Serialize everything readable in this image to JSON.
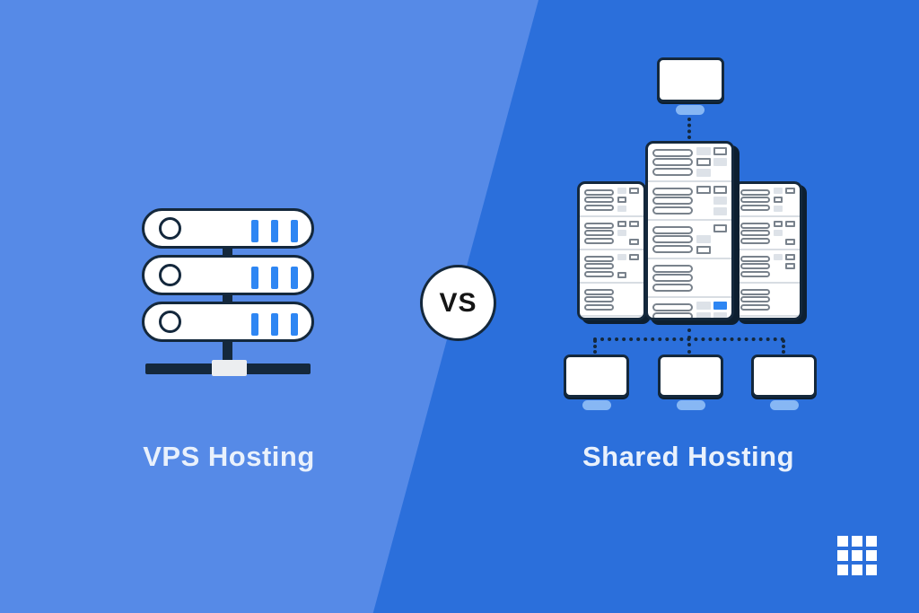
{
  "scene": {
    "left_panel_label": "VPS Hosting",
    "right_panel_label": "Shared Hosting",
    "vs_badge": "VS"
  },
  "colors": {
    "left_background": "#568ae7",
    "right_background": "#2b6fdb",
    "outline_dark": "#14283c",
    "accent_blue": "#2e86f3",
    "light_blue_stand": "#87b7f4",
    "chip_gray": "#dde2e8",
    "label_text": "#e9f1fc"
  },
  "vps_illustration": {
    "units": [
      {
        "leds": 3
      },
      {
        "leds": 3
      },
      {
        "leds": 3
      }
    ]
  },
  "shared_illustration": {
    "admin_monitors": 1,
    "client_monitors": 3,
    "towers": [
      {
        "name": "left-server-tower",
        "sections": [
          {
            "pills": 3,
            "chips": [
              "gray",
              "outline",
              "outline",
              "none",
              "gray",
              "none"
            ]
          },
          {
            "pills": 3,
            "chips": [
              "outline",
              "outline",
              "gray",
              "none",
              "none",
              "outline"
            ]
          },
          {
            "pills": 3,
            "chips": [
              "gray",
              "outline",
              "none",
              "none",
              "outline",
              "none"
            ]
          },
          {
            "pills": 3,
            "chips": [
              "none",
              "none",
              "none",
              "none",
              "none",
              "none"
            ]
          },
          {
            "pills": 3,
            "chips": [
              "gray",
              "blue",
              "gray",
              "none",
              "gray",
              "none"
            ]
          }
        ]
      },
      {
        "name": "center-server-tower",
        "sections": [
          {
            "pills": 3,
            "chips": [
              "gray",
              "outline",
              "outline",
              "gray",
              "gray",
              "none"
            ]
          },
          {
            "pills": 3,
            "chips": [
              "outline",
              "outline",
              "none",
              "gray",
              "none",
              "gray"
            ]
          },
          {
            "pills": 3,
            "chips": [
              "none",
              "outline",
              "gray",
              "none",
              "outline",
              "none"
            ]
          },
          {
            "pills": 3,
            "chips": [
              "none",
              "none",
              "none",
              "none",
              "none",
              "none"
            ]
          },
          {
            "pills": 3,
            "chips": [
              "gray",
              "blue",
              "gray",
              "gray",
              "none",
              "gray"
            ]
          }
        ]
      },
      {
        "name": "right-server-tower",
        "sections": [
          {
            "pills": 3,
            "chips": [
              "gray",
              "outline",
              "outline",
              "none",
              "gray",
              "none"
            ]
          },
          {
            "pills": 3,
            "chips": [
              "outline",
              "outline",
              "gray",
              "none",
              "none",
              "outline"
            ]
          },
          {
            "pills": 3,
            "chips": [
              "gray",
              "outline",
              "none",
              "outline",
              "none",
              "none"
            ]
          },
          {
            "pills": 3,
            "chips": [
              "none",
              "none",
              "none",
              "none",
              "none",
              "none"
            ]
          },
          {
            "pills": 3,
            "chips": [
              "gray",
              "blue",
              "gray",
              "gray",
              "none",
              "none"
            ]
          }
        ]
      }
    ]
  },
  "footer": {
    "grid_icon_cells": 9
  }
}
